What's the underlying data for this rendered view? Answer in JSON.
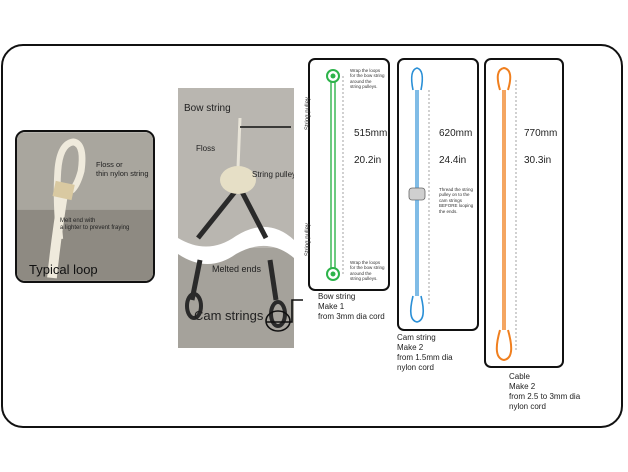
{
  "typical_loop": {
    "title": "Typical loop",
    "floss_label": "Floss or\nthin nylon string",
    "melt_label": "Melt end with\na lighter to prevent fraying"
  },
  "photo": {
    "bow_string_label": "Bow string",
    "floss_label": "Floss",
    "string_pulley_label": "String pulley",
    "melted_ends_label": "Melted ends",
    "cam_strings_label": "Cam strings"
  },
  "bow_string_panel": {
    "length_mm": "515mm",
    "length_in": "20.2in",
    "pulley_label_top": "String pulley",
    "pulley_label_bottom": "String pulley",
    "wrap_note_top": "Wrap the loops\nfor the bow string\naround the\nstring pulleys.",
    "wrap_note_bottom": "Wrap the loops\nfor the bow string\naround the\nstring pulleys.",
    "caption": "Bow string\nMake 1\nfrom 3mm dia cord",
    "color": "#2db34a"
  },
  "cam_string_panel": {
    "length_mm": "620mm",
    "length_in": "24.4in",
    "thread_note": "Thread the string\npulley on to the\ncam strings\nBEFORE looping\nthe ends.",
    "caption": "Cam string\nMake 2\nfrom 1.5mm dia\nnylon cord",
    "color": "#2a8fd6"
  },
  "cable_panel": {
    "length_mm": "770mm",
    "length_in": "30.3in",
    "caption": "Cable\nMake 2\nfrom 2.5 to 3mm dia\nnylon cord",
    "color": "#f07f1e"
  }
}
